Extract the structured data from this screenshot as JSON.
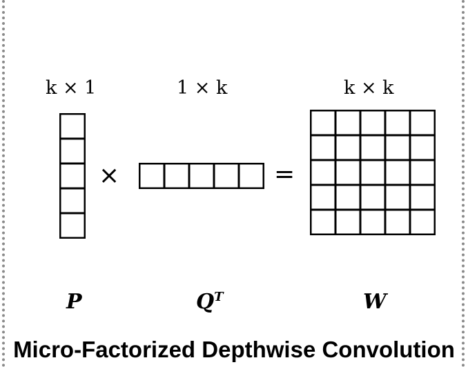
{
  "labels": {
    "p_dim": "k × 1",
    "q_dim": "1 × k",
    "w_dim": "k × k",
    "times": "×",
    "equals": "=",
    "p_name": "P",
    "q_name": "Q",
    "q_sup": "T",
    "w_name": "W"
  },
  "matrices": {
    "p": {
      "rows": 5,
      "cols": 1
    },
    "q": {
      "rows": 1,
      "cols": 5
    },
    "w": {
      "rows": 5,
      "cols": 5
    }
  },
  "caption": "Micro-Factorized Depthwise Convolution"
}
